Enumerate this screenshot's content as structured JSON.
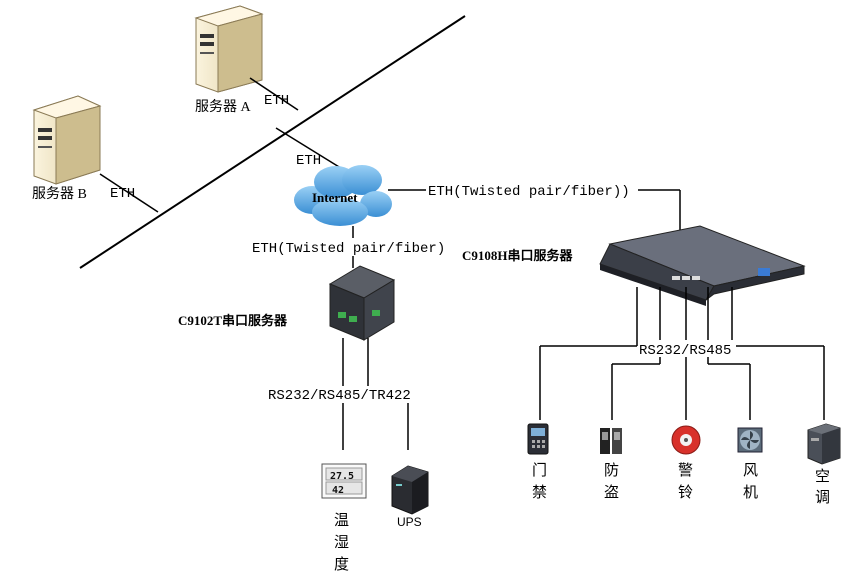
{
  "labels": {
    "server_a": "服务器 A",
    "server_b": "服务器 B",
    "eth_a": "ETH",
    "eth_b": "ETH",
    "eth_cloud": "ETH",
    "internet": "Internet",
    "eth_left": "ETH(Twisted pair/fiber)",
    "eth_right": "ETH(Twisted pair/fiber))",
    "c9108h": "C9108H串口服务器",
    "c9102t": "C9102T串口服务器",
    "rs_left": "RS232/RS485/TR422",
    "rs_right": "RS232/RS485",
    "ups": "UPS"
  },
  "devices_left": [
    {
      "label_chars": [
        "温",
        "湿",
        "度"
      ],
      "icon": "thermo-hygrometer-icon"
    },
    {
      "label_chars": [],
      "icon": "ups-icon"
    }
  ],
  "devices_right": [
    {
      "label_chars": [
        "门",
        "禁"
      ],
      "icon": "access-control-icon"
    },
    {
      "label_chars": [
        "防",
        "盗"
      ],
      "icon": "anti-theft-icon"
    },
    {
      "label_chars": [
        "警",
        "铃"
      ],
      "icon": "alarm-bell-icon"
    },
    {
      "label_chars": [
        "风",
        "机"
      ],
      "icon": "fan-icon"
    },
    {
      "label_chars": [
        "空",
        "调"
      ],
      "icon": "air-conditioner-icon"
    }
  ],
  "colors": {
    "line": "#000000",
    "cloud": "#5aa6df",
    "device_dark": "#3a3d44",
    "server_body": "#f1e7c8"
  }
}
